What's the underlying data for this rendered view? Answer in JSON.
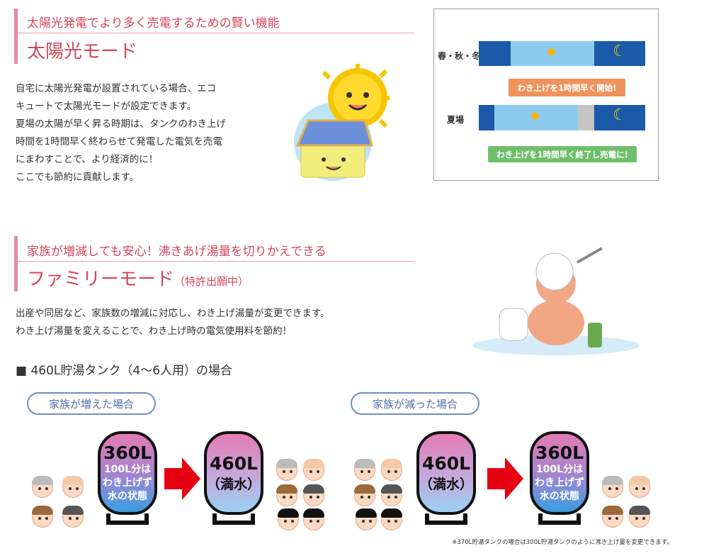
{
  "solar": {
    "subtitle": "太陽光発電でより多く売電するための賢い機能",
    "title": "太陽光モード",
    "body": [
      "自宅に太陽光発電が設置されている場合、エコ",
      "キュートで太陽光モードが設定できます。",
      "夏場の太陽が早く昇る時期は、タンクのわき上げ",
      "時間を1時間早く終わらせて発電した電気を売電",
      "にまわすことで、より経済的に！",
      "ここでも節約に貢献します。"
    ],
    "diagram": {
      "row1_label": "春・秋・冬",
      "row2_label": "夏場",
      "callout_start": "わき上げを1時間早く開始!",
      "callout_end": "わき上げを1時間早く終了し売電に!"
    }
  },
  "family": {
    "subtitle": "家族が増減しても安心！沸きあげ湯量を切りかえできる",
    "title": "ファミリーモード",
    "title_note": "（特許出願中）",
    "body": [
      "出産や同居など、家族数の増減に対応し、わき上げ湯量が変更できます。",
      "わき上げ湯量を変えることで、わき上げ時の電気使用料を節約！"
    ],
    "tank_heading": "■ 460L貯湯タンク（4〜6人用）の場合",
    "case_increase": "家族が増えた場合",
    "case_decrease": "家族が減った場合",
    "tank_partial": {
      "volume": "360L",
      "note": [
        "100L分は",
        "わき上げず",
        "水の状態"
      ]
    },
    "tank_full": {
      "volume": "460L",
      "note": "（満水）"
    },
    "footnote": "※370L貯湯タンクの場合は300L貯湯タンクのように沸き上げ量を変更できます。"
  },
  "colors": {
    "accent": "#d6455b",
    "night": "#1a5aa8",
    "day": "#8ccbee",
    "orange": "#f0935a",
    "green": "#6fbf6a",
    "arrow": "#e60012"
  }
}
